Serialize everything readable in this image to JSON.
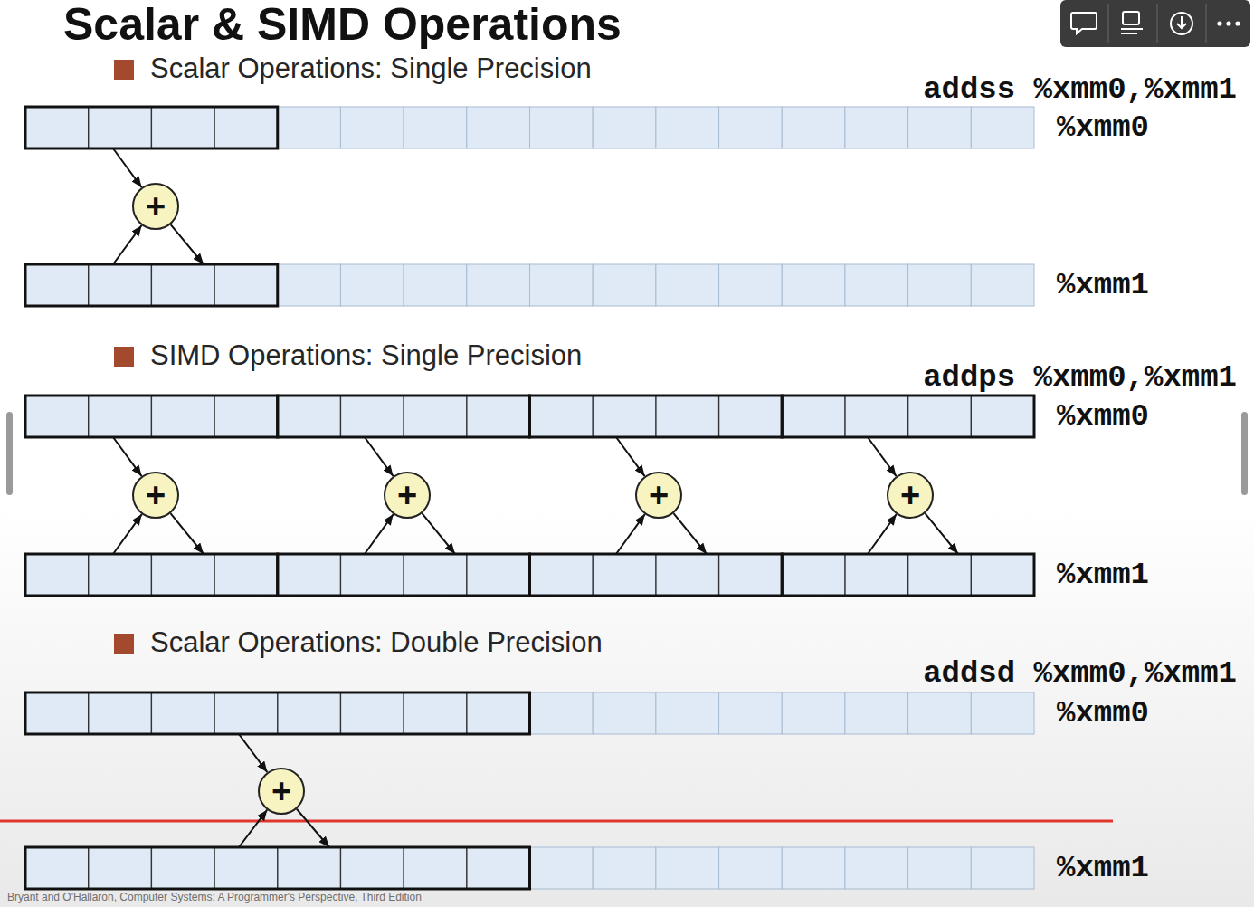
{
  "diagram": {
    "title": "Scalar & SIMD Operations",
    "nodes": [
      {
        "text": [
          "%xmm0"
        ]
      },
      {
        "text": [
          "+"
        ]
      },
      {
        "text": [
          "%xmm1"
        ]
      },
      {
        "text": [
          "%xmm0"
        ]
      },
      {
        "text": [
          "+"
        ]
      },
      {
        "text": [
          "+"
        ]
      },
      {
        "text": [
          "+"
        ]
      },
      {
        "text": [
          "+"
        ]
      },
      {
        "text": [
          "%xmm1"
        ]
      },
      {
        "text": [
          "%xmm0"
        ]
      },
      {
        "text": [
          "+"
        ]
      },
      {
        "text": [
          "%xmm1"
        ]
      }
    ],
    "edges": [
      {
        "from": 0,
        "to": 1,
        "arrow": "to"
      },
      {
        "from": 2,
        "to": 1,
        "arrow": "to"
      },
      {
        "from": 1,
        "to": 2,
        "arrow": "to"
      },
      {
        "from": 3,
        "to": 4,
        "arrow": "to"
      },
      {
        "from": 8,
        "to": 4,
        "arrow": "to"
      },
      {
        "from": 4,
        "to": 8,
        "arrow": "to"
      },
      {
        "from": 3,
        "to": 5,
        "arrow": "to"
      },
      {
        "from": 8,
        "to": 5,
        "arrow": "to"
      },
      {
        "from": 5,
        "to": 8,
        "arrow": "to"
      },
      {
        "from": 3,
        "to": 6,
        "arrow": "to"
      },
      {
        "from": 8,
        "to": 6,
        "arrow": "to"
      },
      {
        "from": 6,
        "to": 8,
        "arrow": "to"
      },
      {
        "from": 3,
        "to": 7,
        "arrow": "to"
      },
      {
        "from": 8,
        "to": 7,
        "arrow": "to"
      },
      {
        "from": 7,
        "to": 8,
        "arrow": "to"
      },
      {
        "from": 9,
        "to": 10,
        "arrow": "to"
      },
      {
        "from": 11,
        "to": 10,
        "arrow": "to"
      },
      {
        "from": 10,
        "to": 11,
        "arrow": "to"
      }
    ],
    "labels": [
      "Scalar Operations: Single Precision",
      "addss %xmm0,%xmm1",
      "SIMD Operations: Single Precision",
      "addps %xmm0,%xmm1",
      "Scalar Operations: Double Precision",
      "addsd %xmm0,%xmm1",
      "Bryant and O'Hallaron, Computer Systems: A Programmer's Perspective, Third Edition"
    ]
  }
}
